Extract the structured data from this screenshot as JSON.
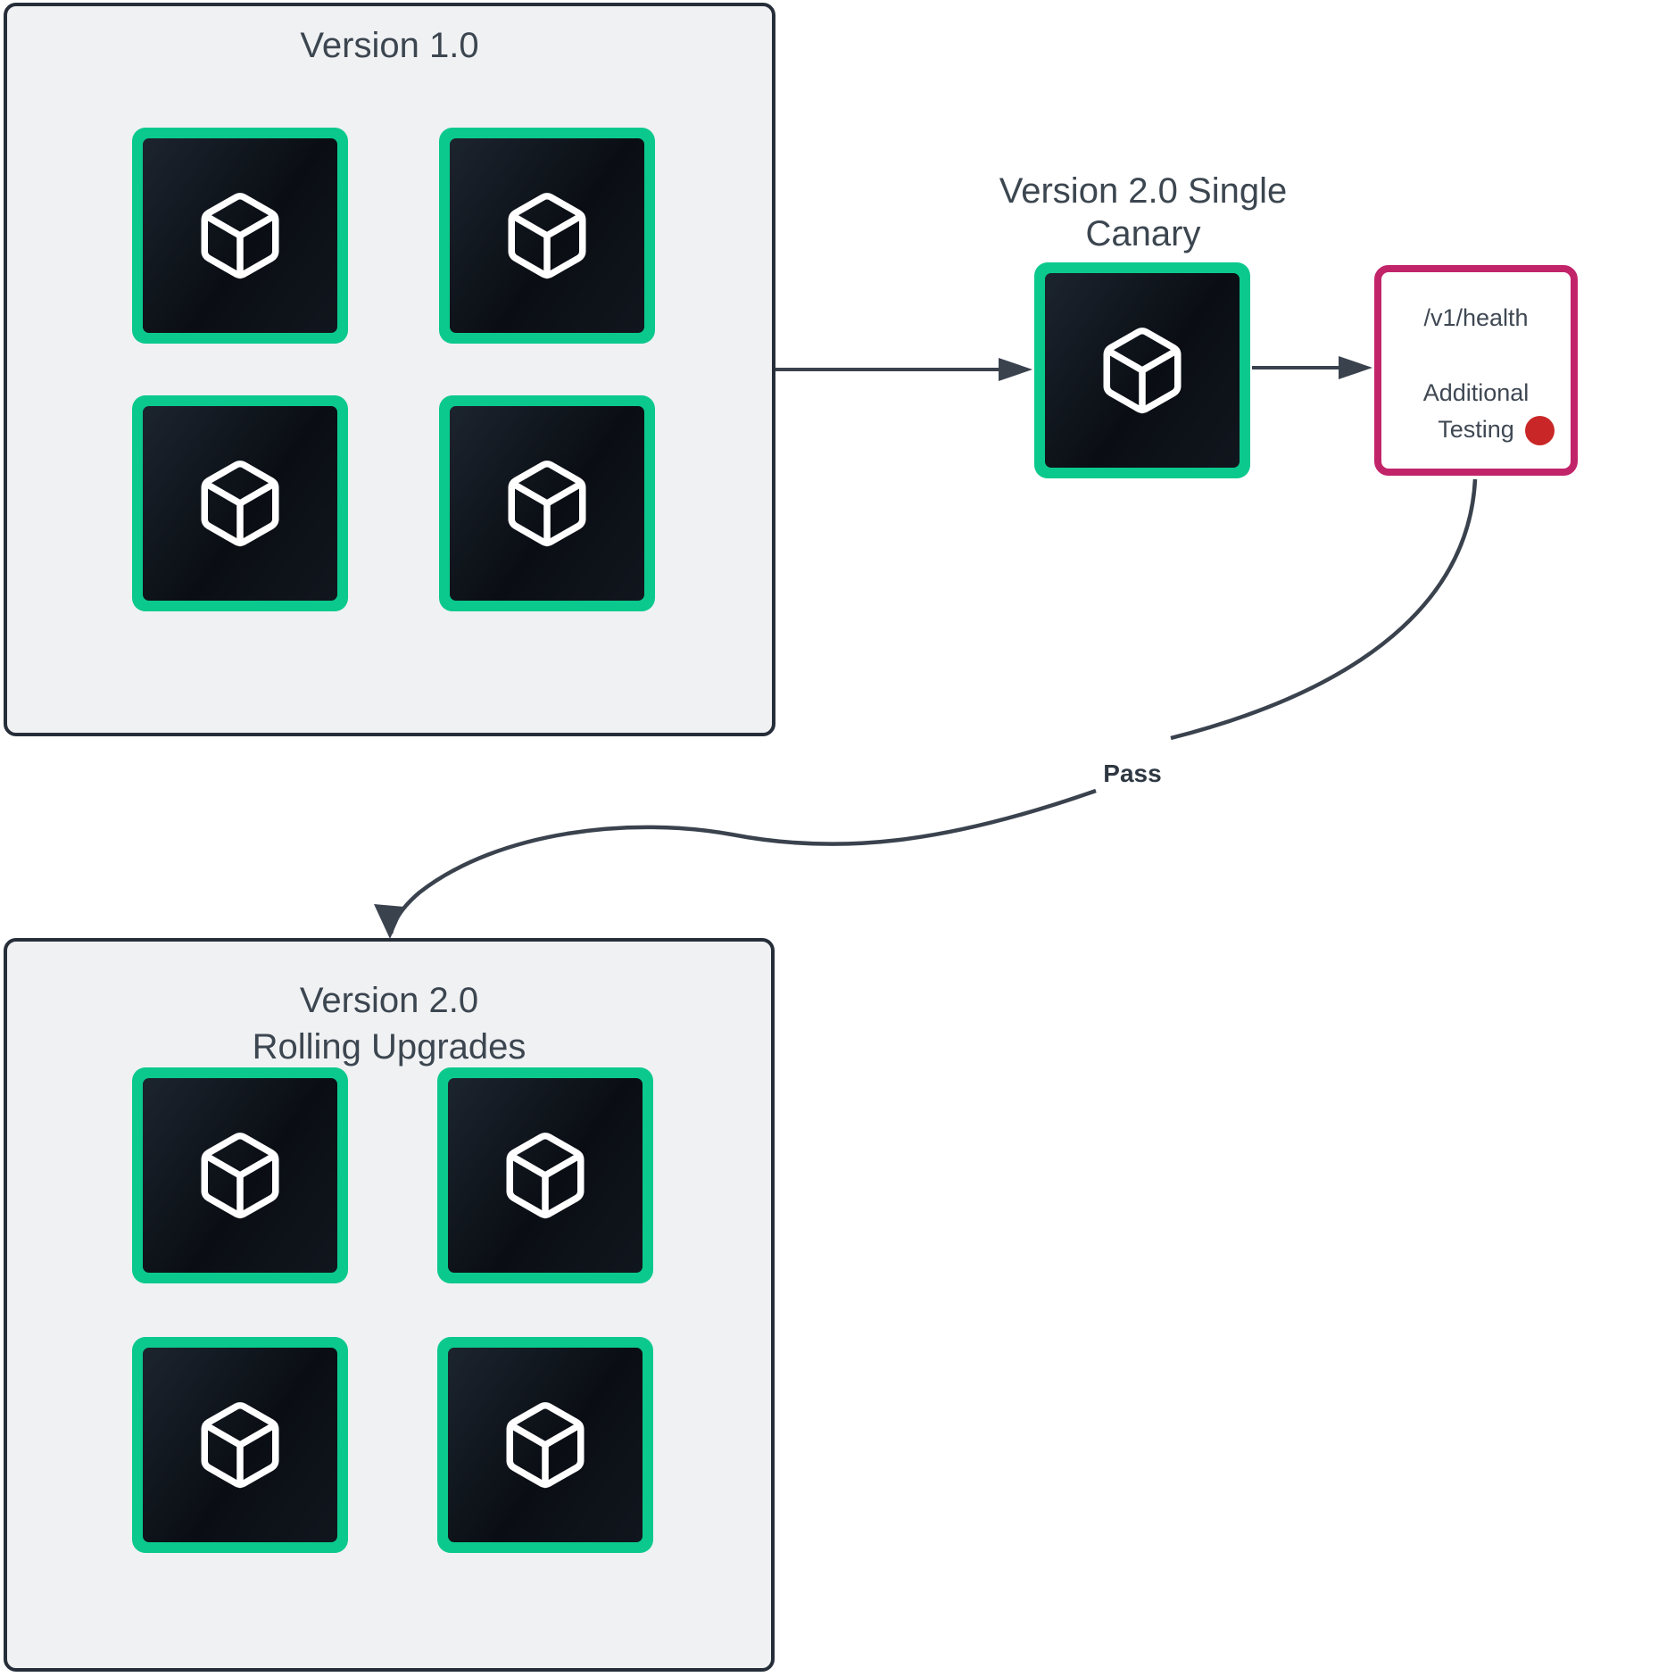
{
  "colors": {
    "green": "#0bc98d",
    "box_border": "#262e39",
    "box_fill": "#f0f1f3",
    "line": "#3a424e",
    "text": "#3c4650",
    "pink": "#c2246a",
    "red": "#c92727"
  },
  "clusters": {
    "v1": {
      "title": "Version 1.0",
      "instances": 4
    },
    "v2": {
      "title_line1": "Version 2.0",
      "title_line2": "Rolling Upgrades",
      "instances": 4
    }
  },
  "canary": {
    "title_line1": "Version 2.0 Single",
    "title_line2": "Canary",
    "instances": 1
  },
  "health": {
    "endpoint": "/v1/health",
    "note_line1": "Additional",
    "note_line2": "Testing"
  },
  "edges": {
    "pass_label": "Pass"
  }
}
